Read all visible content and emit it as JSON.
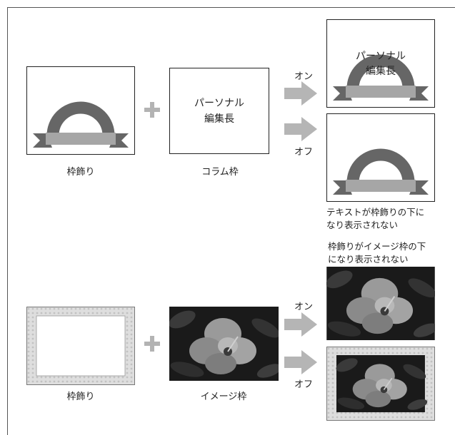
{
  "top": {
    "frame_deco_label": "枠飾り",
    "column_frame_label": "コラム枠",
    "column_text": [
      "パーソナル",
      "編集長"
    ],
    "on_label": "オン",
    "off_label": "オフ",
    "result_on_text": [
      "パーソナル",
      "編集長"
    ],
    "off_note": "テキストが枠飾りの下に\nなり表示されない"
  },
  "bottom": {
    "note": "枠飾りがイメージ枠の下\nになり表示されない",
    "frame_deco_label": "枠飾り",
    "image_frame_label": "イメージ枠",
    "on_label": "オン",
    "off_label": "オフ"
  },
  "colors": {
    "ribbon_dark": "#666666",
    "ribbon_light": "#a6a6a6",
    "arrow": "#b5b5b5",
    "plus": "#b3b3b3"
  }
}
